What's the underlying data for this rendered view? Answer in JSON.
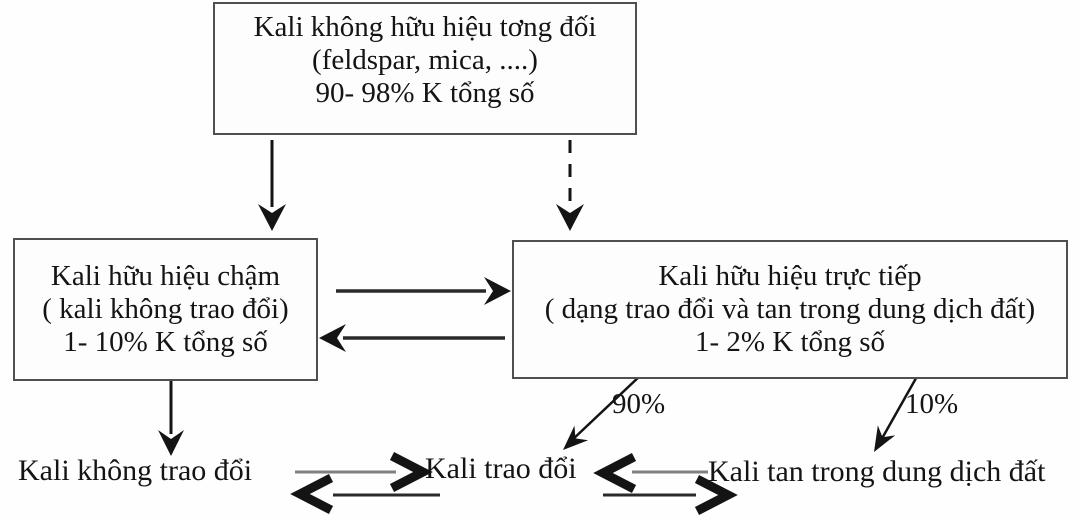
{
  "diagram": {
    "boxes": {
      "top": {
        "lines": [
          "Kali không hữu hiệu tơng đối",
          "(feldspar, mica, ....)",
          "90- 98% K tổng số"
        ]
      },
      "slow": {
        "lines": [
          "Kali hữu hiệu chậm",
          "( kali không trao đổi)",
          "1- 10% K tổng số"
        ]
      },
      "direct": {
        "lines": [
          "Kali hữu hiệu trực tiếp",
          "( dạng trao đổi và tan trong dung dịch đất)",
          "1- 2% K tổng số"
        ]
      }
    },
    "labels": {
      "non_exchangeable": "Kali không trao đổi",
      "exchangeable": "Kali trao đổi",
      "solution": "Kali tan trong dung dịch đất",
      "pct_90": "90%",
      "pct_10": "10%"
    },
    "colors": {
      "ink": "#141414",
      "box_border": "#4f4f4f",
      "gray_line": "#808080",
      "background": "#fefefe"
    }
  }
}
